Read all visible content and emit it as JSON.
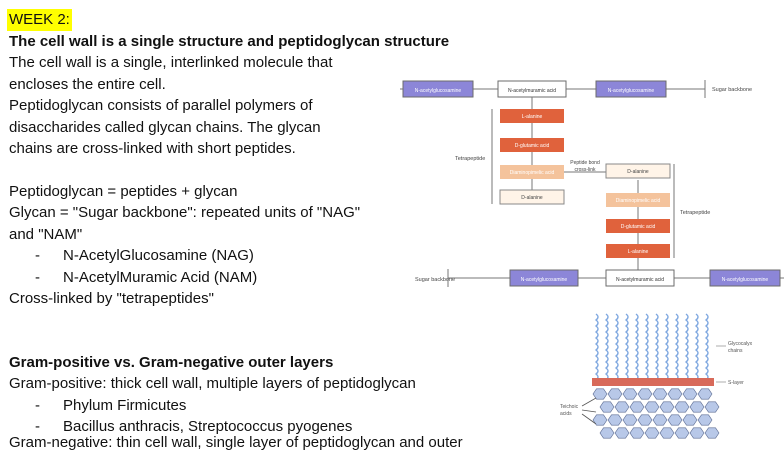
{
  "week_label": "WEEK 2:",
  "section1": {
    "heading": "The cell wall is a single structure and peptidoglycan structure",
    "lines": [
      "The cell wall is a single, interlinked molecule that",
      "encloses the entire cell.",
      "Peptidoglycan consists of parallel polymers of",
      "disaccharides called glycan chains. The glycan",
      "chains are cross-linked with short peptides."
    ],
    "formula1": "Peptidoglycan = peptides + glycan",
    "formula2a": "Glycan = \"Sugar backbone\": repeated units of \"NAG\"",
    "formula2b": "and \"NAM\"",
    "bullets": [
      "N-AcetylGlucosamine (NAG)",
      "N-AcetylMuramic Acid (NAM)"
    ],
    "crosslink": "Cross-linked by \"tetrapeptides\""
  },
  "section2": {
    "heading": "Gram-positive vs. Gram-negative outer layers",
    "line1": "Gram-positive: thick cell wall, multiple layers of peptidoglycan",
    "bullets": [
      "Phylum Firmicutes",
      "Bacillus anthracis, Streptococcus pyogenes"
    ],
    "cut_line": "Gram-negative: thin cell wall, single layer of peptidoglycan and outer membrane"
  },
  "diagram1": {
    "colors": {
      "sugar": "#8c86d8",
      "peptide": "#e0623c",
      "peptide_light": "#f4c39c",
      "outline": "#6b6b6b"
    },
    "top_chain": [
      "N-acetylglucosamine",
      "N-acetylmuramic acid",
      "N-acetylglucosamine"
    ],
    "bottom_chain": [
      "N-acetylglucosamine",
      "N-acetylmuramic acid",
      "N-acetylglucosamine"
    ],
    "left_peptides": [
      "L-alanine",
      "D-glutamic acid",
      "Diaminopimelic acid",
      "D-alanine"
    ],
    "right_peptides": [
      "D-alanine",
      "Diaminopimelic acid",
      "D-glutamic acid",
      "L-alanine"
    ],
    "sugar_backbone_top": "Sugar backbone",
    "sugar_backbone_bottom": "Sugar backbone",
    "tetrapeptide_left": "Tetrapeptide",
    "tetrapeptide_right": "Tetrapeptide",
    "peptide_bond": "Peptide bond",
    "cross_link": "cross-link"
  },
  "diagram2": {
    "colors": {
      "strand": "#7fa8e0",
      "layer": "#d86a5a",
      "hex": "#b8c8e8"
    },
    "label_glycocalyx": "Glycocalyx",
    "label_glycocalyx2": "chains",
    "label_layer": "S-layer",
    "label_teichoic": "Teichoic",
    "label_teichoic2": "acids"
  }
}
